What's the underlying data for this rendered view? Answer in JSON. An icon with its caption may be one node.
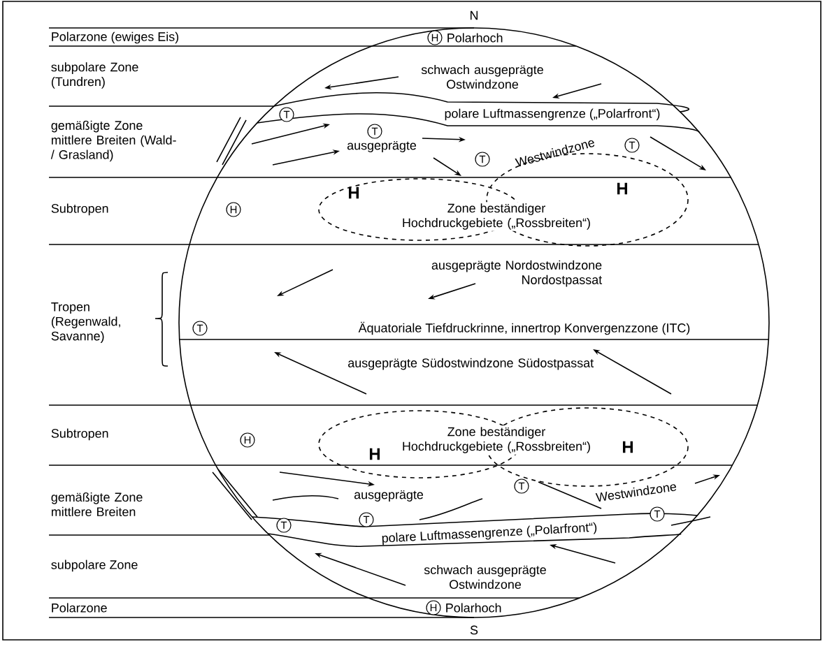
{
  "diagram": {
    "labels": [
      "N",
      "Polarzone (ewiges Eis)",
      "H",
      "Polarhoch",
      "subpolare Zone (Tundren)",
      "schwach ausgeprägte Ostwindzone",
      "gemäßigte Zone mittlere Breiten (Wald- / Grasland)",
      "T",
      "polare Luftmassengrenze („Polarfront“)",
      "T",
      "ausgeprägte",
      "T",
      "Westwindzone",
      "T",
      "Subtropen",
      "H",
      "H",
      "H",
      "Zone beständiger Hochdruckgebiete („Rossbreiten“)",
      "ausgeprägte Nordostwindzone Nordostpassat",
      "Tropen (Regenwald, Savanne)",
      "T",
      "Äquatoriale Tiefdruckrinne, innertrop Konvergenzzone (ITC)",
      "ausgeprägte Südostwindzone Südostpassat",
      "Subtropen",
      "H",
      "Zone beständiger Hochdruckgebiete („Rossbreiten“)",
      "H",
      "H",
      "gemäßigte Zone mittlere Breiten",
      "ausgeprägte",
      "T",
      "T",
      "Westwindzone",
      "T",
      "T",
      "polare Luftmassengrenze („Polarfront“)",
      "subpolare Zone",
      "schwach ausgeprägte Ostwindzone",
      "Polarzone",
      "H",
      "Polarhoch",
      "S"
    ]
  }
}
